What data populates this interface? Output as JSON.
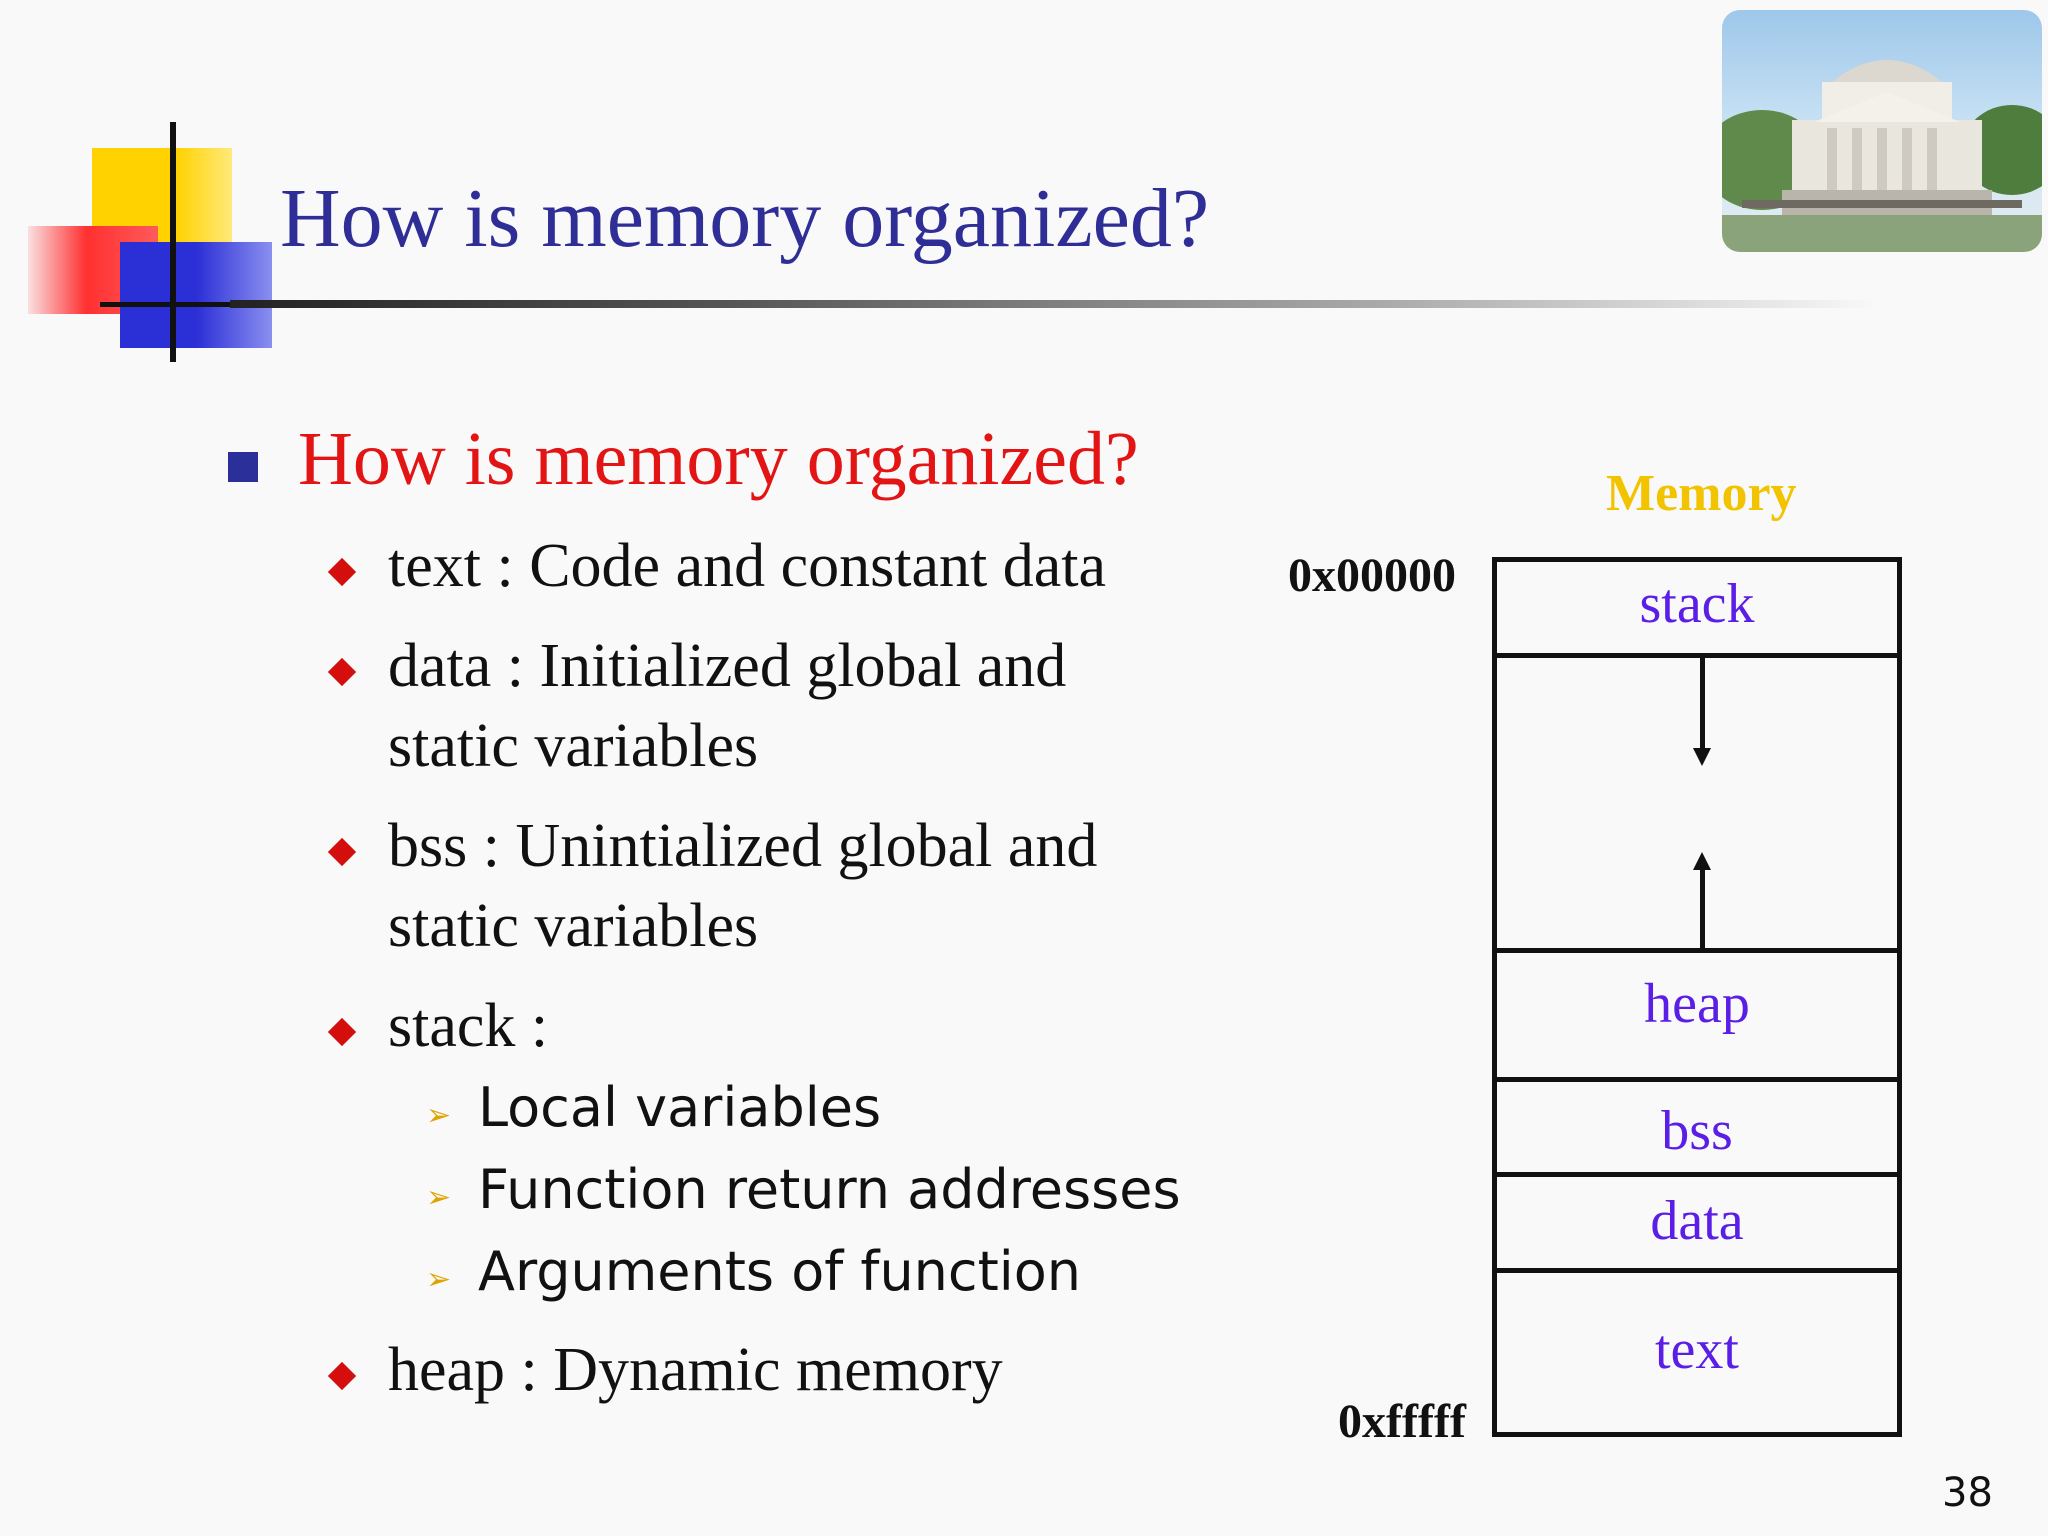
{
  "slide": {
    "title": "How is memory organized?",
    "page_number": "38"
  },
  "content": {
    "heading": "How is memory organized?",
    "items": [
      {
        "line1": "text : Code and constant data"
      },
      {
        "line1": "data : Initialized global and",
        "line2": "static variables"
      },
      {
        "line1": "bss : Unintialized global and",
        "line2": "static variables"
      },
      {
        "line1": "stack :"
      },
      {
        "line1": "heap : Dynamic memory"
      }
    ],
    "stack_subitems": [
      "Local variables",
      "Function return addresses",
      "Arguments of function"
    ]
  },
  "diagram": {
    "label": "Memory",
    "top_address": "0x00000",
    "bottom_address": "0xfffff",
    "segments": [
      "stack",
      "heap",
      "bss",
      "data",
      "text"
    ]
  },
  "colors": {
    "title": "#2e2e96",
    "heading": "#e31414",
    "segment_text": "#5a1ee6",
    "memory_label": "#f2c400"
  },
  "icons": {
    "header_image": "building-photo",
    "main_bullet": "square-bullet-icon",
    "item_bullet": "diamond-bullet-icon",
    "sub_bullet": "arrow-bullet-icon"
  }
}
